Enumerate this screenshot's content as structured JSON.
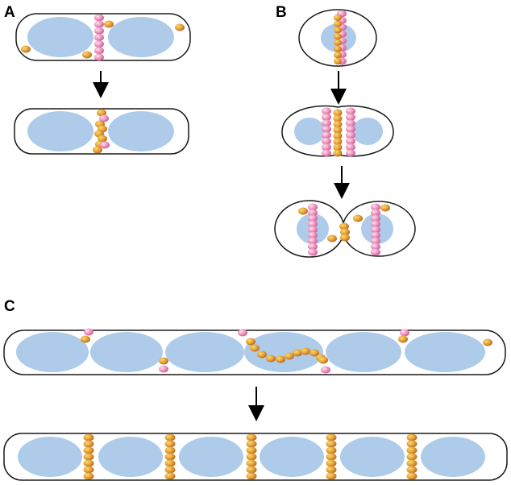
{
  "panels": [
    {
      "label": "A"
    },
    {
      "label": "B"
    },
    {
      "label": "C"
    }
  ],
  "colors": {
    "nucleus": "#aecbea",
    "cell_outline": "#1a1a1a",
    "pink_protein": "#ee93bf",
    "orange_protein": "#e6a13a",
    "arrow": "#000000",
    "background": "#ffffff"
  }
}
